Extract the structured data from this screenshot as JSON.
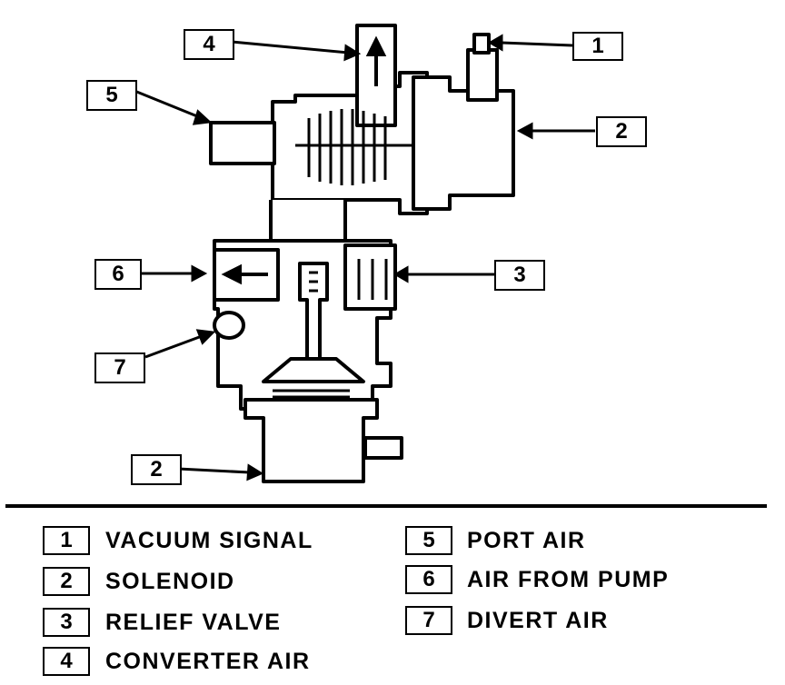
{
  "callouts": {
    "c1": "1",
    "c2_top": "2",
    "c2_bottom": "2",
    "c3": "3",
    "c4": "4",
    "c5": "5",
    "c6": "6",
    "c7": "7"
  },
  "legend": [
    {
      "num": "1",
      "label": "VACUUM SIGNAL"
    },
    {
      "num": "2",
      "label": "SOLENOID"
    },
    {
      "num": "3",
      "label": "RELIEF VALVE"
    },
    {
      "num": "4",
      "label": "CONVERTER AIR"
    },
    {
      "num": "5",
      "label": "PORT AIR"
    },
    {
      "num": "6",
      "label": "AIR FROM PUMP"
    },
    {
      "num": "7",
      "label": "DIVERT AIR"
    }
  ]
}
